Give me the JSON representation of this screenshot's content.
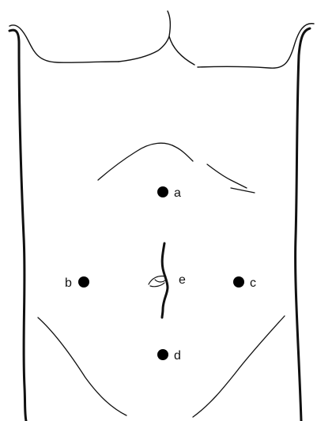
{
  "diagram": {
    "line_color": "#111111",
    "marker_color": "#000000",
    "markers": [
      {
        "id": "a",
        "label": "a"
      },
      {
        "id": "b",
        "label": "b"
      },
      {
        "id": "c",
        "label": "c"
      },
      {
        "id": "d",
        "label": "d"
      },
      {
        "id": "e",
        "label": "e"
      }
    ]
  }
}
